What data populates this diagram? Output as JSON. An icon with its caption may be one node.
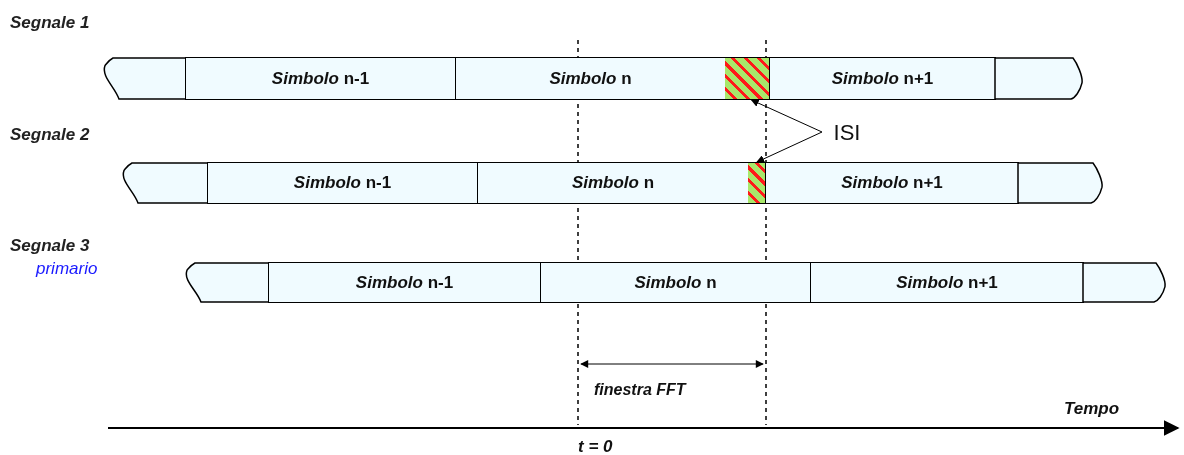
{
  "diagram": {
    "nodes": [
      {
        "text": [],
        "shape": "box"
      },
      {
        "text": [
          "*Simbolo* n-1"
        ]
      },
      {
        "text": [
          "*Simbolo* n"
        ]
      },
      {
        "text": [],
        "shape": "box"
      },
      {
        "text": [
          "*Simbolo* n+1"
        ]
      },
      {
        "text": [],
        "shape": "box"
      },
      {
        "text": [
          "ISI"
        ]
      },
      {
        "text": [],
        "shape": "box"
      },
      {
        "text": [
          "*Simbolo* n-1"
        ]
      },
      {
        "text": [
          "*Simbolo* n"
        ]
      },
      {
        "text": [],
        "shape": "box"
      },
      {
        "text": [
          "*Simbolo* n+1"
        ]
      },
      {
        "text": [],
        "shape": "box"
      },
      {
        "text": [],
        "shape": "box"
      },
      {
        "text": [
          "*Simbolo* n-1"
        ]
      },
      {
        "text": [
          "*Simbolo* n"
        ]
      },
      {
        "text": [
          "*Simbolo* n+1"
        ]
      },
      {
        "text": [],
        "shape": "box"
      }
    ],
    "edges": [
      {
        "from": 6,
        "to": 3,
        "arrow": "to"
      },
      {
        "from": 6,
        "to": 10,
        "arrow": "to"
      }
    ],
    "labels": [
      "Segnale 1",
      "Segnale 2",
      "Segnale 3",
      "primario",
      "finestra FFT",
      "Tempo",
      "t = 0"
    ]
  }
}
